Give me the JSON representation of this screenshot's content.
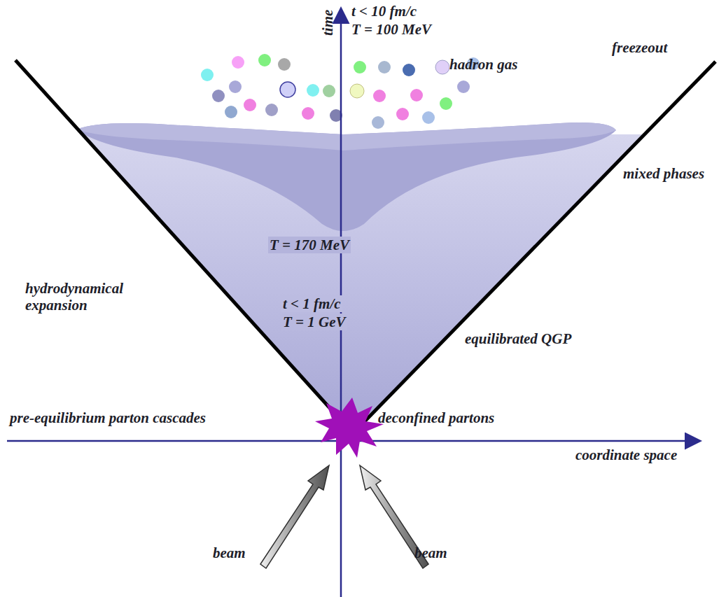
{
  "diagram": {
    "labels": [
      "t < 10 fm/c",
      "T = 100 MeV",
      "time",
      "freezeout",
      "hadron gas",
      "mixed phases",
      "T = 170 MeV",
      "hydrodynamical expansion",
      "t < 1 fm/c",
      "T = 1 GeV",
      "equilibrated QGP",
      "pre-equilibrium parton cascades",
      "deconfined partons",
      "coordinate space",
      "beam",
      "beam"
    ]
  }
}
